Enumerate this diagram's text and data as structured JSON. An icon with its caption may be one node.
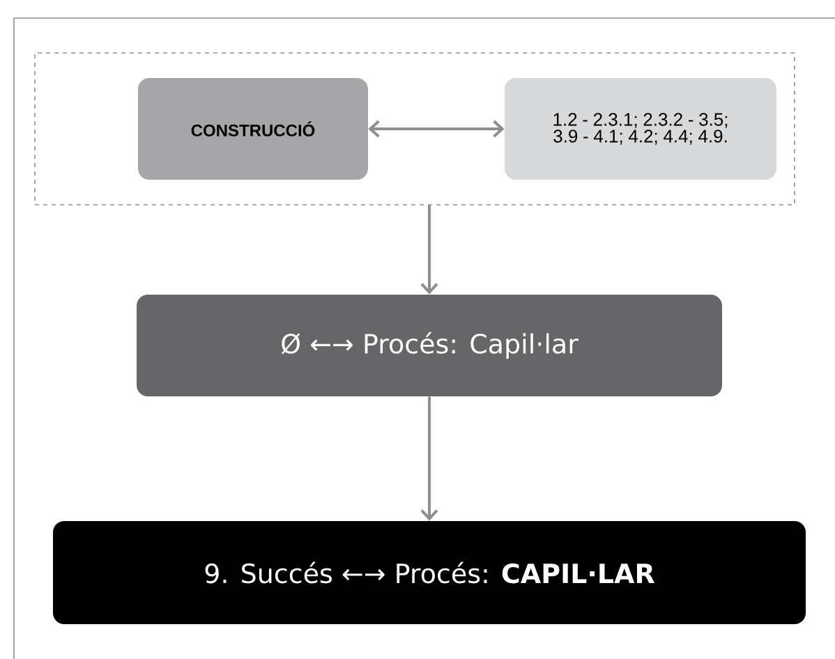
{
  "diagram": {
    "nodes": [
      {
        "text": [],
        "shape": "box"
      },
      {
        "text": [
          "CONSTRUCCIÓ"
        ],
        "in": 0
      },
      {
        "text": [
          "1.2 - 2.3.1; 2.3.2 - 3.5; 3.9 - 4.1; 4.2; 4.4; 4.9."
        ],
        "in": 0
      },
      {
        "text": [
          "Ø ←→ Procés: Capil·lar"
        ]
      },
      {
        "text": [
          "9. Succés ←→ Procés: **CAPIL·LAR**"
        ]
      }
    ],
    "edges": [
      {
        "from": 1,
        "to": 2,
        "arrow": "both"
      },
      {
        "from": 0,
        "to": 3,
        "arrow": "to"
      },
      {
        "from": 3,
        "to": 4,
        "arrow": "to"
      }
    ]
  }
}
